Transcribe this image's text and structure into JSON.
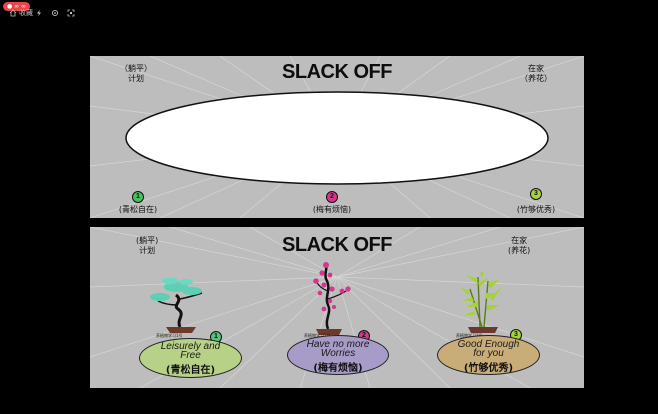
{
  "topbar": {
    "badge": "● ∞ ∞",
    "buttons": [
      {
        "name": "home-button",
        "label": "收藏"
      },
      {
        "name": "share-button",
        "label": ""
      },
      {
        "name": "settings-button",
        "label": ""
      },
      {
        "name": "fullscreen-button",
        "label": ""
      }
    ]
  },
  "panel_top": {
    "title": "SLACK OFF",
    "left_corner": [
      "（躺平）",
      "计划"
    ],
    "right_corner": [
      "在家",
      "（养花）"
    ],
    "items": [
      {
        "num": "1",
        "label": "(青松自在)",
        "color": "#45c25a"
      },
      {
        "num": "2",
        "label": "(梅有烦恼)",
        "color": "#d8358f"
      },
      {
        "num": "3",
        "label": "(竹够优秀)",
        "color": "#a5d23a"
      }
    ]
  },
  "panel_bottom": {
    "title": "SLACK OFF",
    "left_corner": [
      "(躺平)",
      "计划"
    ],
    "right_corner": [
      "在家",
      "(养花)"
    ],
    "cards": [
      {
        "num": "1",
        "tiny": "养植物学习1号",
        "title_lines": [
          "Leisurely and",
          "Free"
        ],
        "subtitle": "(青松自在)",
        "fill": "#b7d186",
        "badge": "#56c27a"
      },
      {
        "num": "2",
        "tiny": "养植物学习2号",
        "title_lines": [
          "Have no more",
          "Worries"
        ],
        "subtitle": "(梅有烦恼)",
        "fill": "#a79bc8",
        "badge": "#d8358f"
      },
      {
        "num": "3",
        "tiny": "养植物学习3号",
        "title_lines": [
          "Good Enough",
          "for you"
        ],
        "subtitle": "(竹够优秀)",
        "fill": "#c9ad79",
        "badge": "#a5d23a"
      }
    ]
  }
}
